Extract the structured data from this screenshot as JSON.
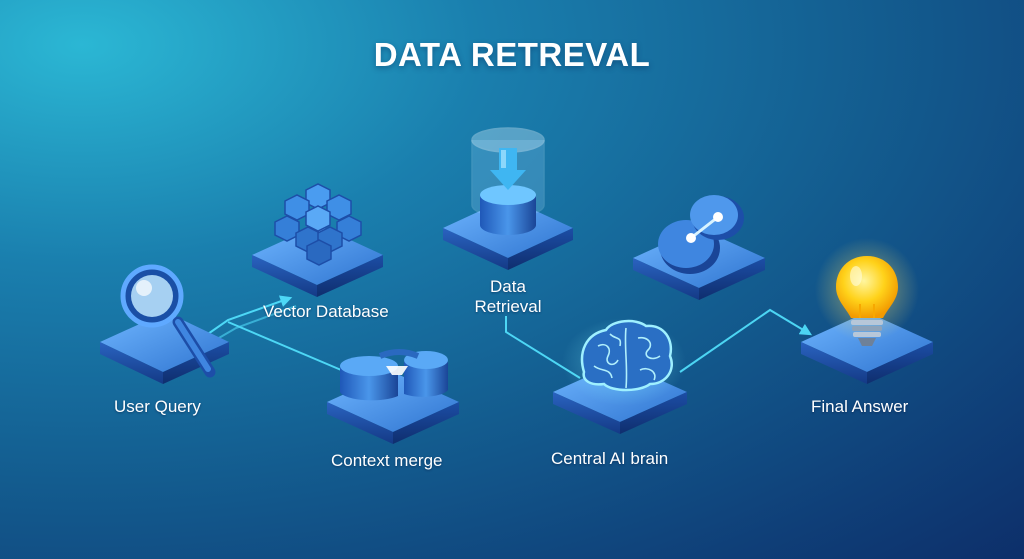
{
  "title": "DATA RETREVAL",
  "nodes": {
    "user_query": "User Query",
    "vector_database": "Vector Database",
    "data_retrieval_line1": "Data",
    "data_retrieval_line2": "Retrieval",
    "context_merge": "Context merge",
    "central_brain": "Central AI brain",
    "final_answer": "Final Answer"
  },
  "colors": {
    "accent": "#53e3ff",
    "platform_top": "#3f8fe0",
    "platform_side": "#173f8a",
    "bulb": "#ffd21a"
  },
  "icons": [
    "magnifier-icon",
    "hexagon-grid-icon",
    "cylinder-download-icon",
    "toggle-link-icon",
    "split-cylinder-icon",
    "brain-icon",
    "lightbulb-icon"
  ]
}
